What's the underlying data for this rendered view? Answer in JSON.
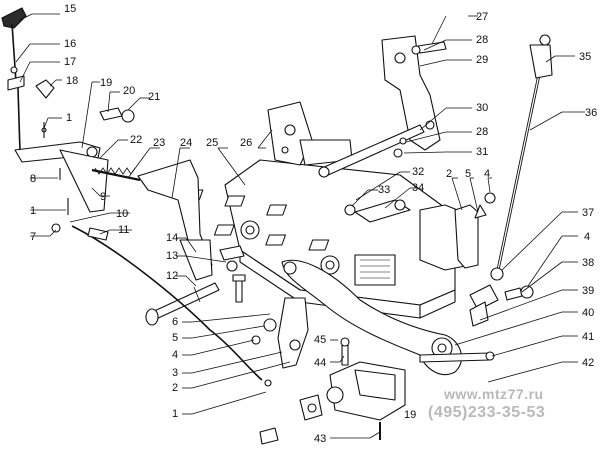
{
  "callouts": {
    "n15": "15",
    "n16": "16",
    "n17": "17",
    "n18": "18",
    "n19": "19",
    "n20": "20",
    "n21": "21",
    "n22": "22",
    "n23": "23",
    "n24": "24",
    "n25": "25",
    "n26": "26",
    "n27": "27",
    "n28a": "28",
    "n29": "29",
    "n30": "30",
    "n28b": "28",
    "n31": "31",
    "n32": "32",
    "n33": "33",
    "n34": "34",
    "n35": "35",
    "n36": "36",
    "n1a": "1",
    "n8": "8",
    "n9": "9",
    "n1b": "1",
    "n10": "10",
    "n7": "7",
    "n11": "11",
    "n2a": "2",
    "n5a": "5",
    "n4a": "4",
    "n14": "14",
    "n13": "13",
    "n12": "12",
    "n6": "6",
    "n5b": "5",
    "n4b": "4",
    "n3": "3",
    "n2b": "2",
    "n1c": "1",
    "n45": "45",
    "n44": "44",
    "n43": "43",
    "n19b": "19",
    "n37": "37",
    "n4c": "4",
    "n38": "38",
    "n39": "39",
    "n40": "40",
    "n41": "41",
    "n42": "42"
  },
  "watermark": {
    "site": "www.mtz77.ru",
    "phone": "(495)233-35-53"
  }
}
